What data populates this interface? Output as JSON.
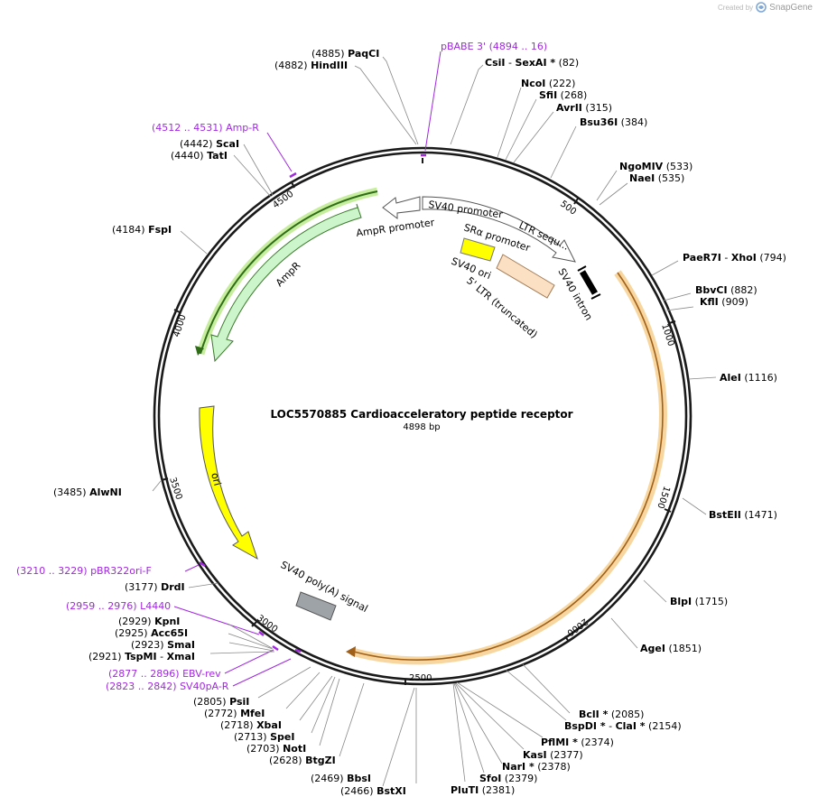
{
  "watermark": {
    "created_by": "Created by",
    "brand": "SnapGene"
  },
  "plasmid": {
    "name": "LOC5570885 Cardioacceleratory peptide receptor",
    "length_label": "4898 bp"
  },
  "ticks": [
    "500",
    "1000",
    "1500",
    "2000",
    "2500",
    "3000",
    "3500",
    "4000",
    "4500"
  ],
  "sites": [
    {
      "name": "PaqCI",
      "pos": "(4885)"
    },
    {
      "name": "HindIII",
      "pos": "(4882)"
    },
    {
      "name": "CsiI",
      "name2": "SexAI *",
      "pos": "(82)"
    },
    {
      "name": "NcoI",
      "pos": "(222)"
    },
    {
      "name": "SfiI",
      "pos": "(268)"
    },
    {
      "name": "AvrII",
      "pos": "(315)"
    },
    {
      "name": "Bsu36I",
      "pos": "(384)"
    },
    {
      "name": "NgoMIV",
      "pos": "(533)"
    },
    {
      "name": "NaeI",
      "pos": "(535)"
    },
    {
      "name": "PaeR7I",
      "name2": "XhoI",
      "pos": "(794)"
    },
    {
      "name": "BbvCI",
      "pos": "(882)"
    },
    {
      "name": "KflI",
      "pos": "(909)"
    },
    {
      "name": "AleI",
      "pos": "(1116)"
    },
    {
      "name": "BstEII",
      "pos": "(1471)"
    },
    {
      "name": "BlpI",
      "pos": "(1715)"
    },
    {
      "name": "AgeI",
      "pos": "(1851)"
    },
    {
      "name": "BclI *",
      "pos": "(2085)"
    },
    {
      "name": "BspDI *",
      "name2": "ClaI *",
      "pos": "(2154)"
    },
    {
      "name": "PflMI *",
      "pos": "(2374)"
    },
    {
      "name": "KasI",
      "pos": "(2377)"
    },
    {
      "name": "NarI *",
      "pos": "(2378)"
    },
    {
      "name": "SfoI",
      "pos": "(2379)"
    },
    {
      "name": "PluTI",
      "pos": "(2381)"
    },
    {
      "name": "BstXI",
      "pos": "(2466)"
    },
    {
      "name": "BbsI",
      "pos": "(2469)"
    },
    {
      "name": "BtgZI",
      "pos": "(2628)"
    },
    {
      "name": "NotI",
      "pos": "(2703)"
    },
    {
      "name": "SpeI",
      "pos": "(2713)"
    },
    {
      "name": "XbaI",
      "pos": "(2718)"
    },
    {
      "name": "MfeI",
      "pos": "(2772)"
    },
    {
      "name": "PsiI",
      "pos": "(2805)"
    },
    {
      "name": "TspMI",
      "name2": "XmaI",
      "pos": "(2921)"
    },
    {
      "name": "SmaI",
      "pos": "(2923)"
    },
    {
      "name": "Acc65I",
      "pos": "(2925)"
    },
    {
      "name": "KpnI",
      "pos": "(2929)"
    },
    {
      "name": "DrdI",
      "pos": "(3177)"
    },
    {
      "name": "AlwNI",
      "pos": "(3485)"
    },
    {
      "name": "FspI",
      "pos": "(4184)"
    },
    {
      "name": "TatI",
      "pos": "(4440)"
    },
    {
      "name": "ScaI",
      "pos": "(4442)"
    }
  ],
  "primers": [
    {
      "name": "pBABE 3'",
      "range": "(4894 .. 16)"
    },
    {
      "name": "Amp-R",
      "range": "(4512 .. 4531)"
    },
    {
      "name": "pBR322ori-F",
      "range": "(3210 .. 3229)"
    },
    {
      "name": "L4440",
      "range": "(2959 .. 2976)"
    },
    {
      "name": "EBV-rev",
      "range": "(2877 .. 2896)"
    },
    {
      "name": "SV40pA-R",
      "range": "(2823 .. 2842)"
    }
  ],
  "features": {
    "sv40_promoter": "SV40 promoter",
    "ltr_seq": "LTR sequ...",
    "ampr_promoter": "AmpR promoter",
    "ampr": "AmpR",
    "sra_promoter": "SRα promoter",
    "sv40_ori": "SV40 ori",
    "ltr5": "5' LTR (truncated)",
    "sv40_intron": "SV40 intron",
    "ori": "ori",
    "polya": "SV40 poly(A) signal"
  },
  "colors": {
    "backbone": "#1a1a1a",
    "primer": "#a129e0",
    "cds_orange": "#e8a23a",
    "ampr_fill": "#ccf5cc",
    "ampr_stroke": "#3b7a2a",
    "ori_fill": "#ffff00",
    "ltr_fill": "#fce0c4",
    "polya_fill": "#9ea3a8",
    "promoter_fill": "#ffffff"
  }
}
